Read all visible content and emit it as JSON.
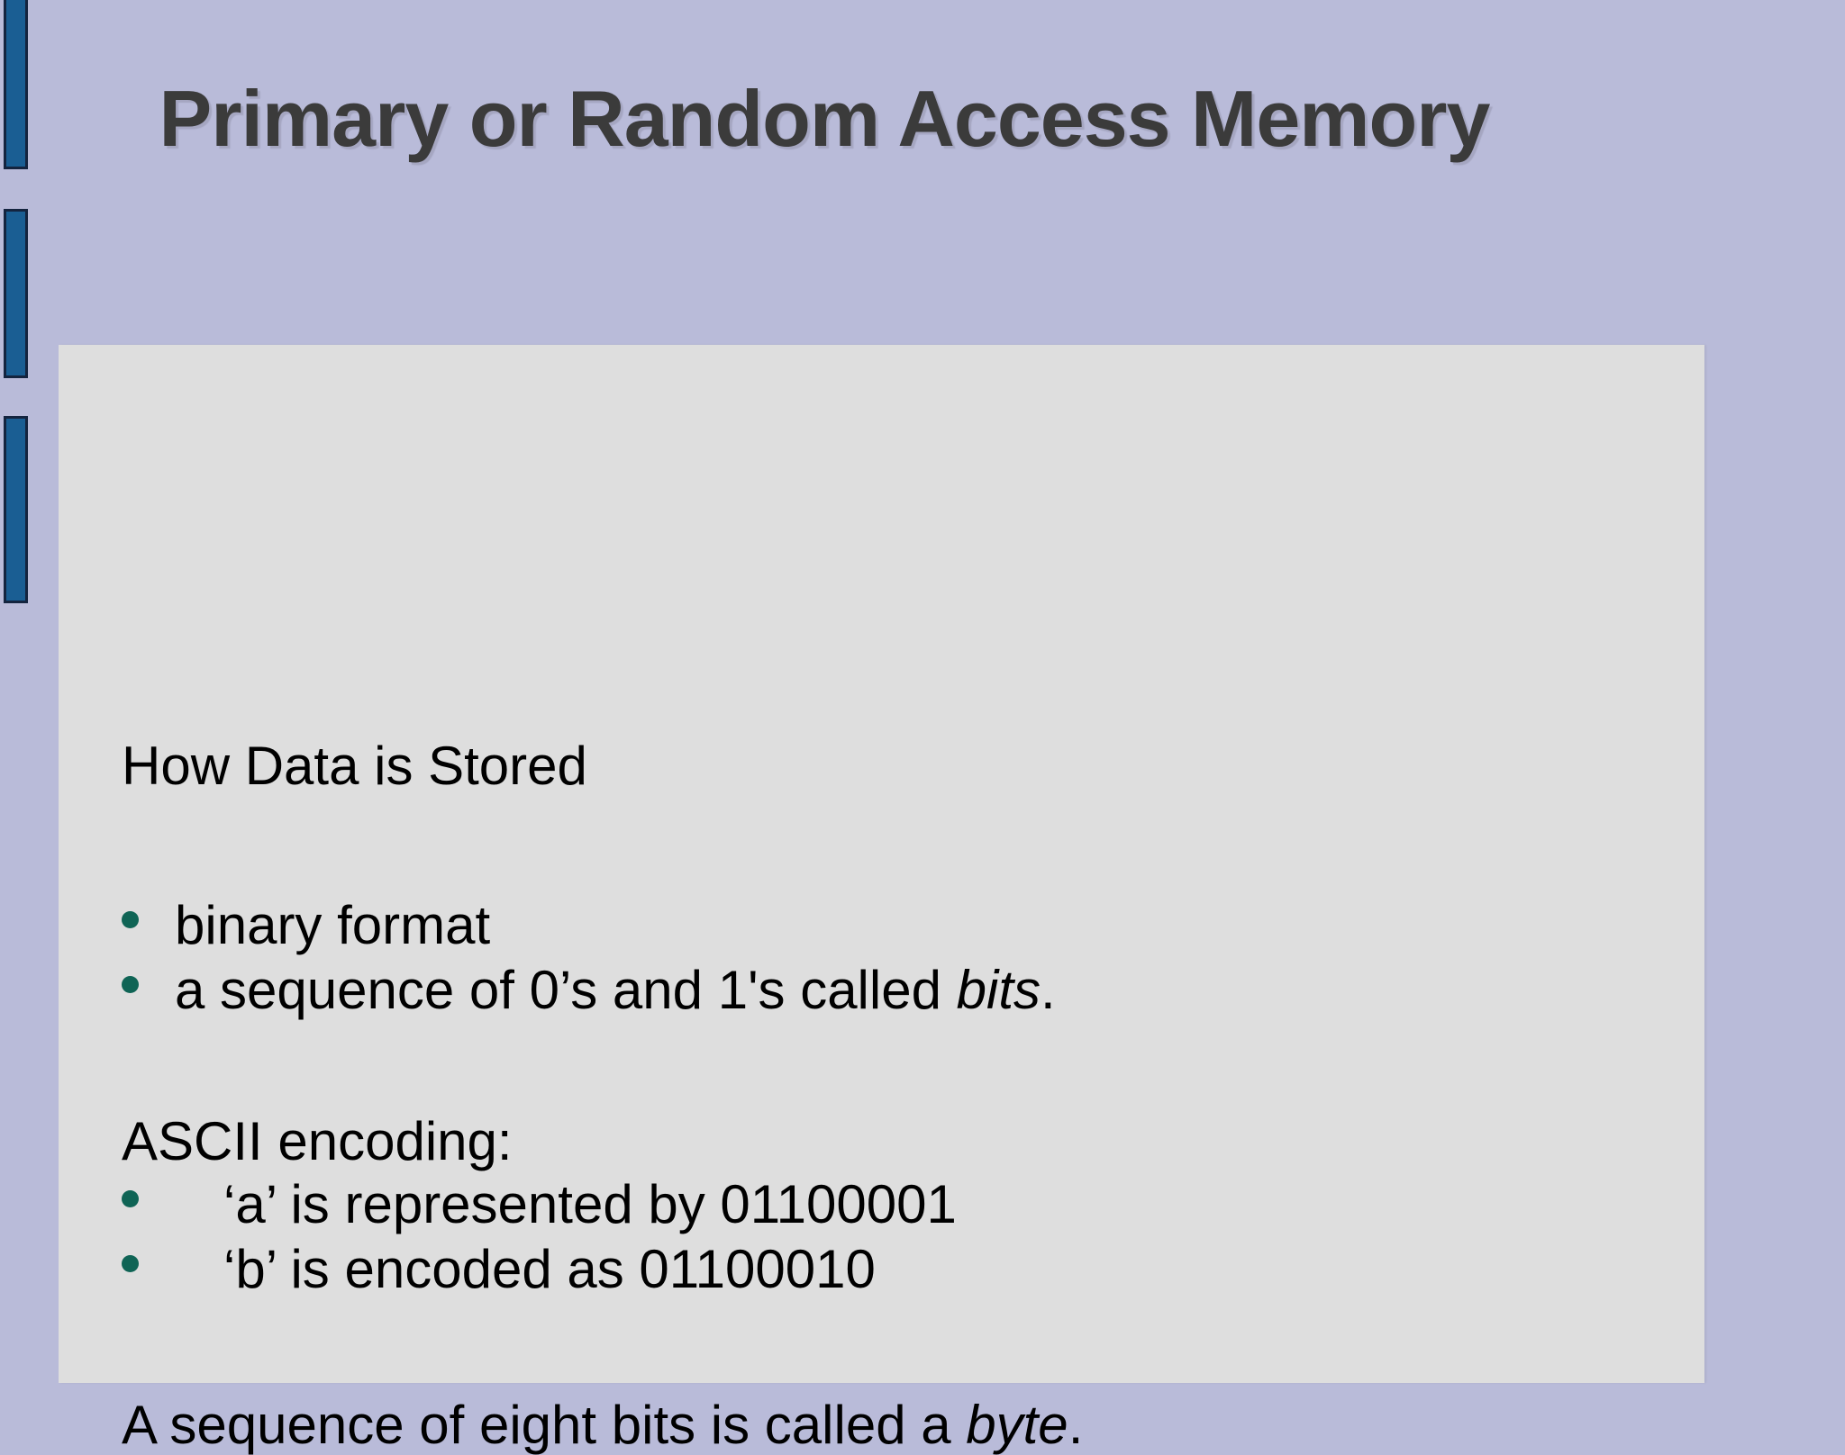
{
  "slide": {
    "title": "Primary or Random Access Memory",
    "background_color": "#b9bbd9",
    "panel_color": "#dedede",
    "title_color": "#3b3b3b",
    "bullet_color": "#0f6455",
    "accent_bar_color": "#1a5e93"
  },
  "body": {
    "heading_how_data": "How Data is Stored",
    "bullet_binary_format": "binary format",
    "bullet_sequence_prefix": "a sequence of 0’s and 1's called ",
    "bullet_sequence_italic": "bits",
    "bullet_sequence_suffix": ".",
    "heading_ascii": "ASCII encoding:",
    "bullet_a_encoded": "‘a’ is represented by 01100001",
    "bullet_b_encoded": "‘b’ is encoded as 01100010",
    "closing_prefix": "A sequence of eight bits is called a ",
    "closing_italic": "byte",
    "closing_suffix": "."
  }
}
